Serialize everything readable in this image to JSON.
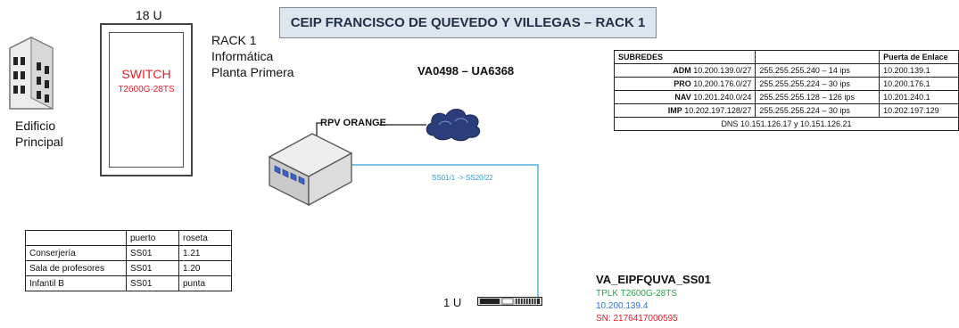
{
  "title": "CEIP FRANCISCO DE QUEVEDO Y VILLEGAS – RACK 1",
  "building_label": [
    "Edificio",
    "Principal"
  ],
  "rack": {
    "units": "18 U",
    "switch_label": "SWITCH",
    "switch_model": "T2600G-28TS",
    "info": [
      "RACK 1",
      "Informática",
      "Planta Primera"
    ]
  },
  "circuit_id": "VA0498 – UA6368",
  "router_label": "RPV ORANGE",
  "link_label": "SS01/1 -> SS20/22",
  "subnets": {
    "headers": [
      "SUBREDES",
      "",
      "Puerta de Enlace"
    ],
    "rows": [
      {
        "name": "ADM",
        "net": "10.200.139.0/27",
        "mask": "255.255.255.240 –  14 ips",
        "gw": "10.200.139.1"
      },
      {
        "name": "PRO",
        "net": "10.200.176.0/27",
        "mask": "255.255.255.224 –  30 ips",
        "gw": "10.200.176.1"
      },
      {
        "name": "NAV",
        "net": "10.201.240.0/24",
        "mask": "255.255.255.128 – 126 ips",
        "gw": "10.201.240.1"
      },
      {
        "name": "IMP",
        "net": "10.202.197.128/27",
        "mask": "255.255.255.224 –  30 ips",
        "gw": "10.202.197.129"
      }
    ],
    "dns": "DNS 10.151.126.17 y 10.151.126.21"
  },
  "ports_table": {
    "headers": [
      "",
      "puerto",
      "roseta"
    ],
    "rows": [
      [
        "Conserjería",
        "SS01",
        "1.21"
      ],
      [
        "Sala de profesores",
        "SS01",
        "1.20"
      ],
      [
        "Infantil B",
        "SS01",
        "punta"
      ]
    ]
  },
  "device": {
    "units": "1 U",
    "name": "VA_EIPFQUVA_SS01",
    "model": "TPLK T2600G-28TS",
    "ip": "10.200.139.4",
    "sn": "SN: 2176417000595"
  },
  "colors": {
    "switch_red": "#e8202a",
    "model_green": "#1fa84a",
    "ip_blue": "#2e6fd6",
    "link_blue": "#2aa0d8",
    "title_bg": "#dde5ee"
  }
}
